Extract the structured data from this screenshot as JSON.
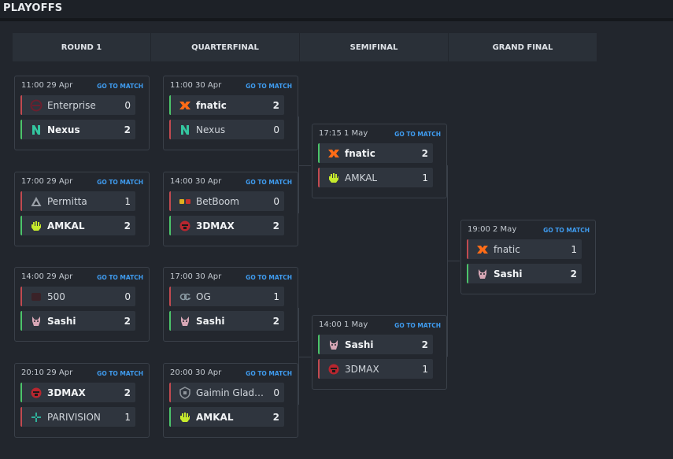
{
  "page": {
    "title": "PLAYOFFS"
  },
  "rounds": [
    {
      "label": "ROUND 1"
    },
    {
      "label": "QUARTERFINAL"
    },
    {
      "label": "SEMIFINAL"
    },
    {
      "label": "GRAND FINAL"
    }
  ],
  "link_label": "GO TO MATCH",
  "matches": {
    "r1m1": {
      "time": "11:00",
      "date": "29 Apr",
      "t1": {
        "name": "Enterprise",
        "score": "0",
        "logo": "enterprise-logo"
      },
      "t2": {
        "name": "Nexus",
        "score": "2",
        "logo": "nexus-logo"
      }
    },
    "r1m2": {
      "time": "17:00",
      "date": "29 Apr",
      "t1": {
        "name": "Permitta",
        "score": "1",
        "logo": "permitta-logo"
      },
      "t2": {
        "name": "AMKAL",
        "score": "2",
        "logo": "amkal-logo"
      }
    },
    "r1m3": {
      "time": "14:00",
      "date": "29 Apr",
      "t1": {
        "name": "500",
        "score": "0",
        "logo": "500-logo"
      },
      "t2": {
        "name": "Sashi",
        "score": "2",
        "logo": "sashi-logo"
      }
    },
    "r1m4": {
      "time": "20:10",
      "date": "29 Apr",
      "t1": {
        "name": "3DMAX",
        "score": "2",
        "logo": "3dmax-logo"
      },
      "t2": {
        "name": "PARIVISION",
        "score": "1",
        "logo": "parivision-logo"
      }
    },
    "qfm1": {
      "time": "11:00",
      "date": "30 Apr",
      "t1": {
        "name": "fnatic",
        "score": "2",
        "logo": "fnatic-logo"
      },
      "t2": {
        "name": "Nexus",
        "score": "0",
        "logo": "nexus-logo"
      }
    },
    "qfm2": {
      "time": "14:00",
      "date": "30 Apr",
      "t1": {
        "name": "BetBoom",
        "score": "0",
        "logo": "betboom-logo"
      },
      "t2": {
        "name": "3DMAX",
        "score": "2",
        "logo": "3dmax-logo"
      }
    },
    "qfm3": {
      "time": "17:00",
      "date": "30 Apr",
      "t1": {
        "name": "OG",
        "score": "1",
        "logo": "og-logo"
      },
      "t2": {
        "name": "Sashi",
        "score": "2",
        "logo": "sashi-logo"
      }
    },
    "qfm4": {
      "time": "20:00",
      "date": "30 Apr",
      "t1": {
        "name": "Gaimin Gladiators",
        "score": "0",
        "logo": "gaimin-gladiators-logo"
      },
      "t2": {
        "name": "AMKAL",
        "score": "2",
        "logo": "amkal-logo"
      }
    },
    "sfm1": {
      "time": "17:15",
      "date": "1 May",
      "t1": {
        "name": "fnatic",
        "score": "2",
        "logo": "fnatic-logo"
      },
      "t2": {
        "name": "AMKAL",
        "score": "1",
        "logo": "amkal-logo"
      }
    },
    "sfm2": {
      "time": "14:00",
      "date": "1 May",
      "t1": {
        "name": "Sashi",
        "score": "2",
        "logo": "sashi-logo"
      },
      "t2": {
        "name": "3DMAX",
        "score": "1",
        "logo": "3dmax-logo"
      }
    },
    "gf": {
      "time": "19:00",
      "date": "2 May",
      "t1": {
        "name": "fnatic",
        "score": "1",
        "logo": "fnatic-logo"
      },
      "t2": {
        "name": "Sashi",
        "score": "2",
        "logo": "sashi-logo"
      }
    }
  },
  "colors": {
    "win_marker": "#4cc46a",
    "loss_marker": "#c24a50",
    "link": "#3f9cf0",
    "fnatic": "#ff6c17",
    "amkal": "#c6ea2c",
    "nexus": "#34c6a0",
    "enterprise": "#6b1f2e",
    "permitta": "#9aa0a8",
    "red_logo": "#b8262f",
    "sashi": "#d7a7b6",
    "parivision": "#2fb09a",
    "betboom": "#e0b01f",
    "og": "#8a9aa3",
    "gaimin": "#8f959c"
  }
}
